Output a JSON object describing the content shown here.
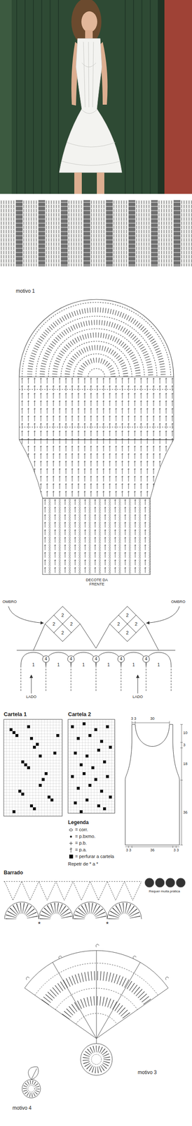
{
  "diagram": {
    "nodes": [
      {
        "text": [
          "2"
        ]
      },
      {
        "text": [
          "2"
        ]
      },
      {
        "text": [
          "2"
        ]
      },
      {
        "text": [
          "2"
        ]
      },
      {
        "text": [
          "2"
        ]
      },
      {
        "text": [
          "2"
        ]
      },
      {
        "text": [
          "2"
        ]
      },
      {
        "text": [
          "2"
        ]
      },
      {
        "text": [
          "4"
        ]
      },
      {
        "text": [
          "4"
        ]
      },
      {
        "text": [
          "4"
        ]
      },
      {
        "text": [
          "4"
        ]
      },
      {
        "text": [
          "4"
        ]
      }
    ],
    "labels": [
      "motivo 1",
      "DECOTE DA FRENTE",
      "OMBRO",
      "OMBRO",
      "1",
      "1",
      "1",
      "1",
      "1",
      "1",
      "LADO",
      "LADO",
      "Cartela 1",
      "Cartela 2",
      "3 3",
      "30",
      "10",
      "3",
      "18",
      "36",
      "3 3",
      "36",
      "3 3",
      "Legenda",
      "Repetr de * a *",
      "Barrado",
      "*",
      "*",
      "Requer muita prática",
      "motivo 3",
      "motivo 4"
    ],
    "legend": [
      {
        "text": "= corr."
      },
      {
        "text": "= p.bxmo."
      },
      {
        "text": "= p.b."
      },
      {
        "text": "= p.a."
      },
      {
        "text": "= perfurar a cartela",
        "color": "#000000"
      }
    ]
  }
}
